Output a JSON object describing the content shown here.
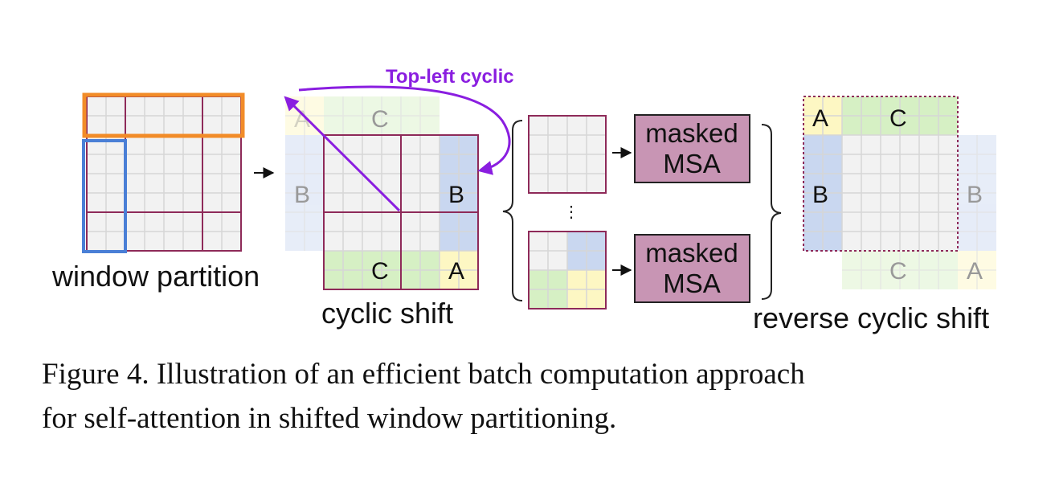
{
  "diagram": {
    "arrow_label": "Top-left cyclic",
    "stage_labels": {
      "window_partition": "window partition",
      "cyclic_shift": "cyclic shift",
      "reverse_cyclic_shift": "reverse cyclic shift"
    },
    "region_labels": {
      "a": "A",
      "b": "B",
      "c": "C"
    },
    "msa_block_label": "masked\nMSA",
    "ellipsis": "⋮",
    "colors": {
      "grid_bg": "#f2f2f2",
      "grid_line": "#d0d0d0",
      "window_border": "#8e2a59",
      "orange_box": "#f28c28",
      "blue_box": "#4a7fd6",
      "region_a": "#fdf7c3",
      "region_b": "#c9d7f0",
      "region_c": "#d6f0c4",
      "msa_fill": "#c895b4",
      "purple_arrow": "#8a1ee0"
    }
  },
  "caption": {
    "line1": "Figure 4. Illustration of an efficient batch computation approach",
    "line2": "for self-attention in shifted window partitioning."
  }
}
